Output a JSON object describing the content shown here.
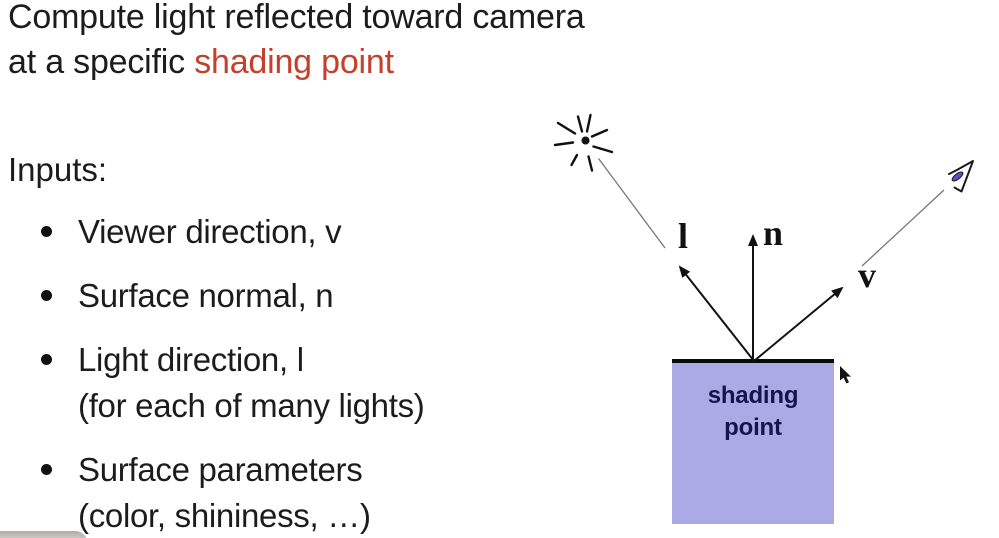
{
  "title": {
    "line1": "Compute light reflected toward camera",
    "line2_prefix": "at a specific ",
    "line2_highlight": "shading point"
  },
  "inputs": {
    "heading": "Inputs:",
    "bullets": [
      {
        "line1": "Viewer direction, v"
      },
      {
        "line1": "Surface normal, n"
      },
      {
        "line1": "Light direction, l",
        "line2": "(for each of many lights)"
      },
      {
        "line1": "Surface parameters",
        "line2": "(color, shininess, …)"
      }
    ]
  },
  "diagram": {
    "light_label": "l",
    "normal_label": "n",
    "view_label": "v",
    "box_line1": "shading",
    "box_line2": "point",
    "icons": {
      "light_source": "starburst-icon",
      "camera": "camera-icon",
      "cursor": "mouse-cursor-icon"
    }
  },
  "colors": {
    "highlight_red": "#c4402a",
    "text_black": "#1c1c1c",
    "box_fill": "#aaaae6",
    "box_text_navy": "#15154e",
    "camera_lens_purple": "#5b50c2",
    "background": "#ffffff"
  }
}
